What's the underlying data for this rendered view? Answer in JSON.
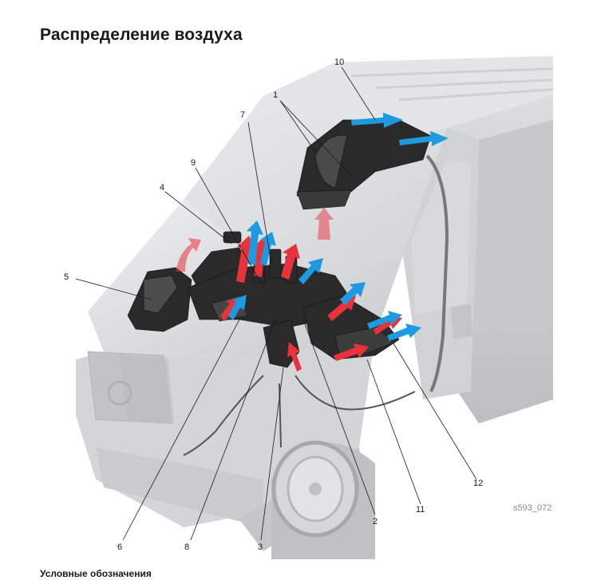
{
  "title": "Распределение воздуха",
  "figure_id": "s593_072",
  "legend_heading": "Условные обозначения",
  "callouts": [
    {
      "label": "1"
    },
    {
      "label": "2"
    },
    {
      "label": "3"
    },
    {
      "label": "4"
    },
    {
      "label": "5"
    },
    {
      "label": "6"
    },
    {
      "label": "7"
    },
    {
      "label": "8"
    },
    {
      "label": "9"
    },
    {
      "label": "10"
    },
    {
      "label": "11"
    },
    {
      "label": "12"
    }
  ],
  "colors": {
    "warm_air": "#e8323c",
    "cool_air": "#1e9be0",
    "ducts": "#2a2a2a",
    "van_body": "#d9dadc"
  }
}
